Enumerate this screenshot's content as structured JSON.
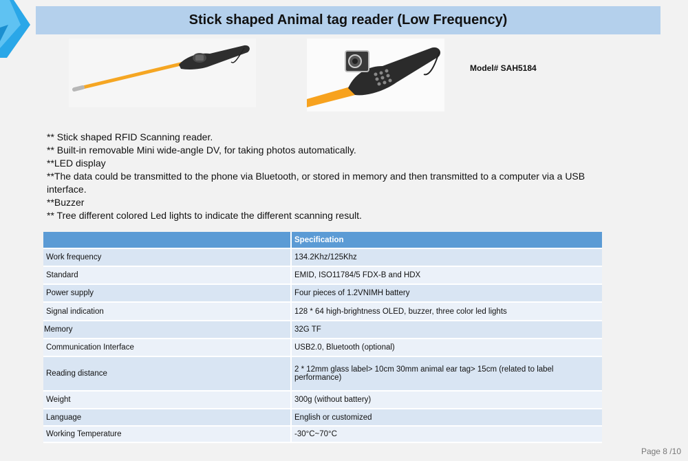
{
  "title": "Stick shaped Animal tag reader (Low Frequency)",
  "model": "Model# SAH5184",
  "features": [
    "** Stick shaped RFID Scanning reader.",
    "** Built-in removable Mini wide-angle DV, for taking photos automatically.",
    "**LED display",
    "**The data could be transmitted to the phone via Bluetooth,  or stored in memory and then transmitted to a computer via a USB interface.",
    "**Buzzer",
    "**  Tree different colored Led lights to indicate the different scanning result."
  ],
  "spec_header": "Specification",
  "spec_rows": [
    {
      "label": "Work frequency",
      "value": "134.2Khz/125Khz"
    },
    {
      "label": "Standard",
      "value": "EMID, ISO11784/5 FDX-B and HDX"
    },
    {
      "label": "Power supply",
      "value": "Four pieces of 1.2VNIMH battery"
    },
    {
      "label": "Signal indication",
      "value": "128 * 64 high-brightness OLED, buzzer, three color led lights"
    },
    {
      "label": "Memory",
      "value": "32G TF"
    },
    {
      "label": "Communication  Interface",
      "value": "USB2.0, Bluetooth (optional)"
    },
    {
      "label": "Reading distance",
      "value": "2 * 12mm glass label> 10cm  30mm animal ear tag> 15cm (related to label performance)"
    },
    {
      "label": "Weight",
      "value": "300g (without battery)"
    },
    {
      "label": "Language",
      "value": "English or customized"
    },
    {
      "label": "Working Temperature",
      "value": "-30°C~70°C"
    }
  ],
  "page_label": "Page  8 /10",
  "colors": {
    "title_bar": "#b4d0ec",
    "table_header": "#5b9bd5",
    "row_dark": "#d9e5f3",
    "row_light": "#ebf1f9",
    "stick_orange": "#f5a623"
  }
}
